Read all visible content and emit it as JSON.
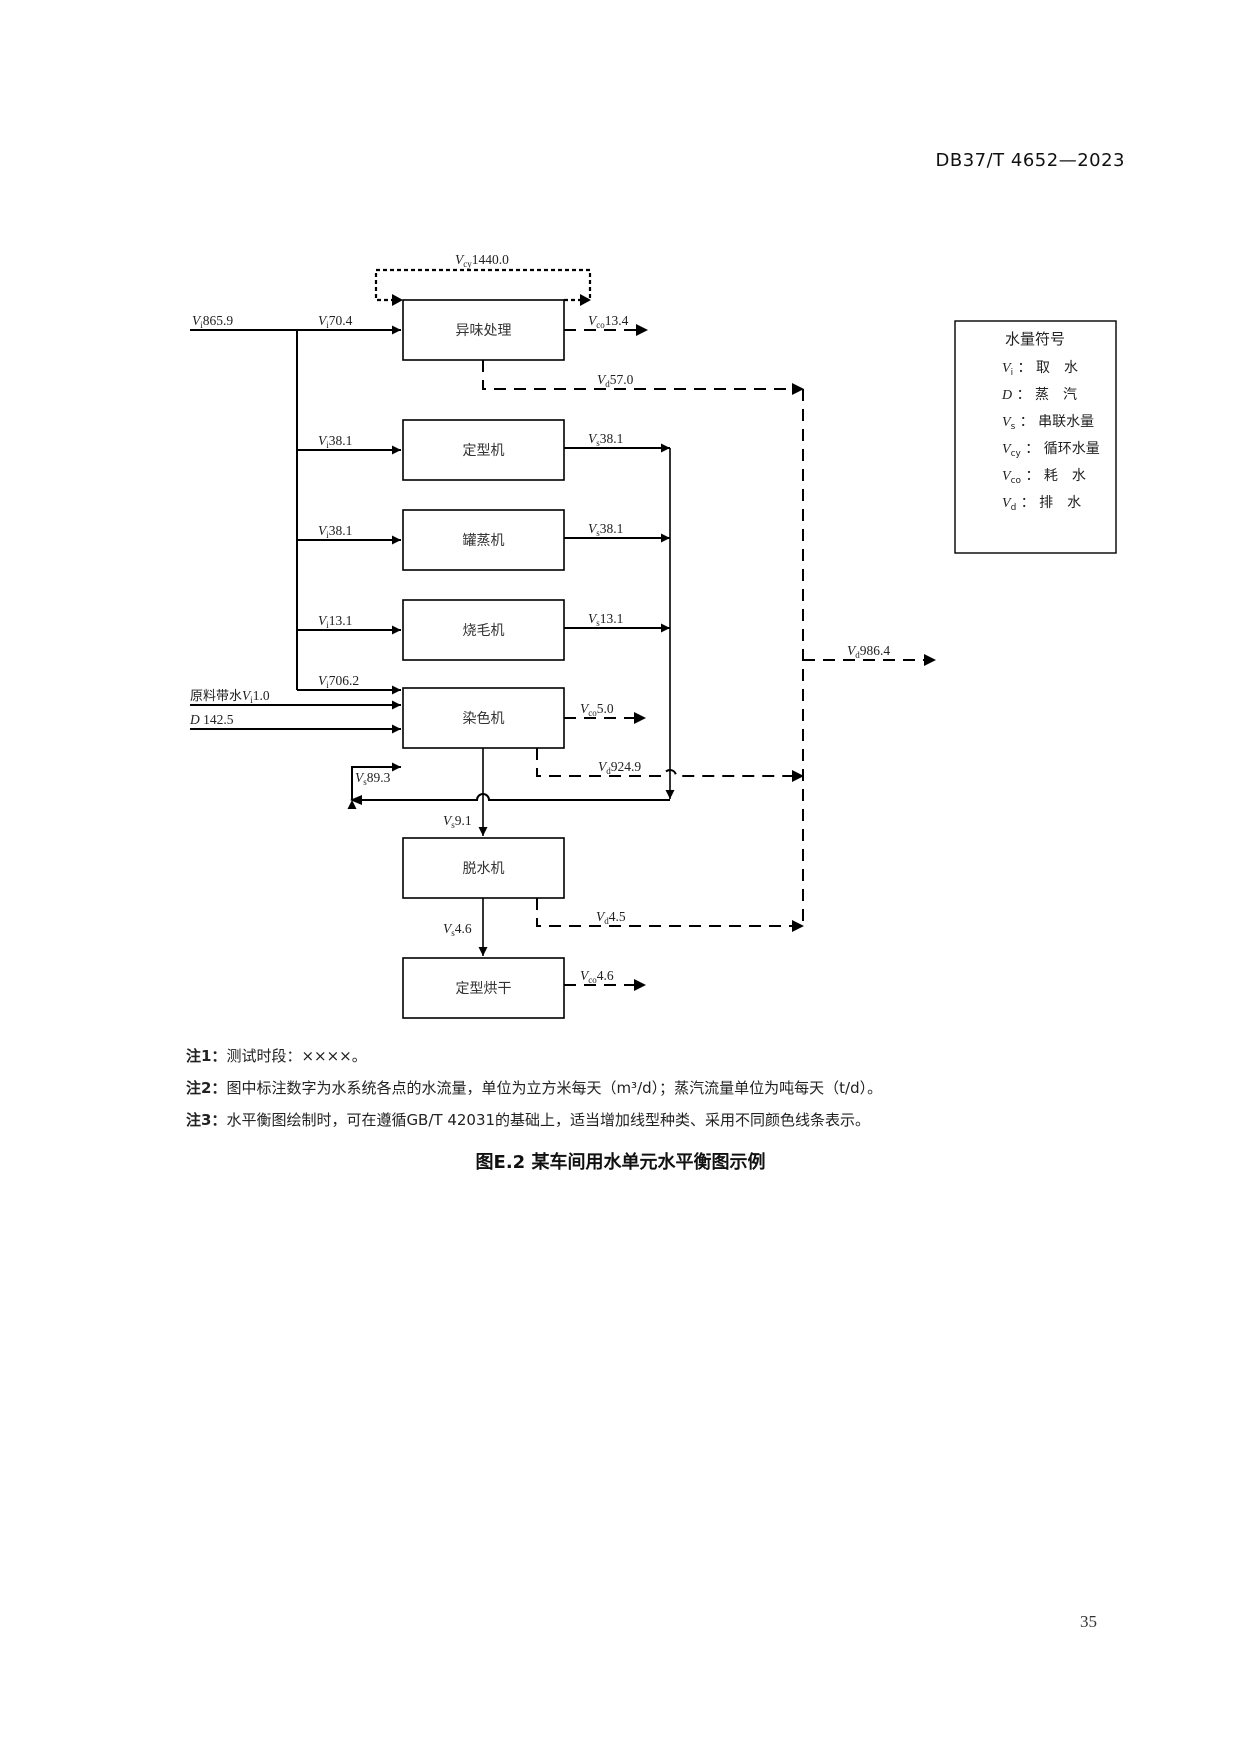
{
  "header": {
    "standard_code": "DB37/T 4652—2023"
  },
  "diagram": {
    "units": [
      {
        "id": "deodorize",
        "label": "异味处理"
      },
      {
        "id": "setting",
        "label": "定型机"
      },
      {
        "id": "steaming",
        "label": "罐蒸机"
      },
      {
        "id": "singeing",
        "label": "烧毛机"
      },
      {
        "id": "dyeing",
        "label": "染色机"
      },
      {
        "id": "dewatering",
        "label": "脱水机"
      },
      {
        "id": "drying",
        "label": "定型烘干"
      }
    ],
    "flows": [
      {
        "id": "intake-total",
        "symbol": "V",
        "sub": "i",
        "value": "865.9"
      },
      {
        "id": "intake-deodorize",
        "symbol": "V",
        "sub": "i",
        "value": "70.4"
      },
      {
        "id": "cycle-deodorize",
        "symbol": "V",
        "sub": "cy",
        "value": "1440.0"
      },
      {
        "id": "consume-deodorize",
        "symbol": "V",
        "sub": "co",
        "value": "13.4"
      },
      {
        "id": "drain-deodorize",
        "symbol": "V",
        "sub": "d",
        "value": "57.0"
      },
      {
        "id": "intake-setting",
        "symbol": "V",
        "sub": "i",
        "value": "38.1"
      },
      {
        "id": "series-setting",
        "symbol": "V",
        "sub": "s",
        "value": "38.1"
      },
      {
        "id": "intake-steaming",
        "symbol": "V",
        "sub": "i",
        "value": "38.1"
      },
      {
        "id": "series-steaming",
        "symbol": "V",
        "sub": "s",
        "value": "38.1"
      },
      {
        "id": "intake-singeing",
        "symbol": "V",
        "sub": "i",
        "value": "13.1"
      },
      {
        "id": "series-singeing",
        "symbol": "V",
        "sub": "s",
        "value": "13.1"
      },
      {
        "id": "intake-dyeing",
        "symbol": "V",
        "sub": "i",
        "value": "706.2"
      },
      {
        "id": "raw-water-dyeing",
        "prefix": "原料带水",
        "symbol": "V",
        "sub": "i",
        "value": "1.0"
      },
      {
        "id": "steam-dyeing",
        "symbol": "D",
        "sub": "",
        "value": " 142.5"
      },
      {
        "id": "consume-dyeing",
        "symbol": "V",
        "sub": "co",
        "value": "5.0"
      },
      {
        "id": "series-return-dyeing",
        "symbol": "V",
        "sub": "s",
        "value": "89.3"
      },
      {
        "id": "drain-dyeing",
        "symbol": "V",
        "sub": "d",
        "value": "924.9"
      },
      {
        "id": "series-dewatering",
        "symbol": "V",
        "sub": "s",
        "value": "9.1"
      },
      {
        "id": "drain-dewatering",
        "symbol": "V",
        "sub": "d",
        "value": "4.5"
      },
      {
        "id": "series-drying",
        "symbol": "V",
        "sub": "s",
        "value": "4.6"
      },
      {
        "id": "consume-drying",
        "symbol": "V",
        "sub": "co",
        "value": "4.6"
      },
      {
        "id": "drain-total",
        "symbol": "V",
        "sub": "d",
        "value": "986.4"
      }
    ]
  },
  "legend": {
    "title": "水量符号",
    "items": [
      {
        "symbol": "V",
        "sub": "i",
        "meaning": "取　水"
      },
      {
        "symbol": "D",
        "sub": "",
        "meaning": "蒸　汽"
      },
      {
        "symbol": "V",
        "sub": "s",
        "meaning": "串联水量"
      },
      {
        "symbol": "V",
        "sub": "cy",
        "meaning": "循环水量"
      },
      {
        "symbol": "V",
        "sub": "co",
        "meaning": "耗　水"
      },
      {
        "symbol": "V",
        "sub": "d",
        "meaning": "排　水"
      }
    ],
    "separator": "："
  },
  "notes": [
    {
      "prefix": "注1：",
      "text": "测试时段：××××。"
    },
    {
      "prefix": "注2：",
      "text": "图中标注数字为水系统各点的水流量，单位为立方米每天（m³/d）；蒸汽流量单位为吨每天（t/d）。"
    },
    {
      "prefix": "注3：",
      "text": "水平衡图绘制时，可在遵循GB/T 42031的基础上，适当增加线型种类、采用不同颜色线条表示。"
    }
  ],
  "caption": "图E.2 某车间用水单元水平衡图示例",
  "page_number": "35"
}
